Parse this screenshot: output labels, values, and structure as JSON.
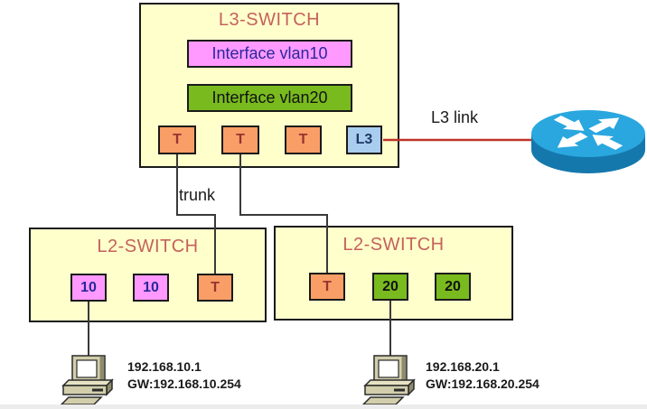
{
  "diagram": {
    "l3_switch": {
      "title": "L3-SWITCH",
      "interfaces": [
        {
          "label": "Interface vlan10"
        },
        {
          "label": "Interface vlan20"
        }
      ],
      "ports": [
        {
          "label": "T"
        },
        {
          "label": "T"
        },
        {
          "label": "T"
        },
        {
          "label": "L3"
        }
      ]
    },
    "l2_switches": [
      {
        "title": "L2-SWITCH",
        "ports": [
          {
            "label": "10"
          },
          {
            "label": "10"
          },
          {
            "label": "T"
          }
        ]
      },
      {
        "title": "L2-SWITCH",
        "ports": [
          {
            "label": "T"
          },
          {
            "label": "20"
          },
          {
            "label": "20"
          }
        ]
      }
    ],
    "labels": {
      "trunk": "trunk",
      "l3_link": "L3 link"
    },
    "hosts": [
      {
        "ip": "192.168.10.1",
        "gateway": "GW:192.168.10.254"
      },
      {
        "ip": "192.168.20.1",
        "gateway": "GW:192.168.20.254"
      }
    ],
    "icons": {
      "router": "cisco-router-icon",
      "host": "desktop-pc-icon"
    },
    "colors": {
      "switch_fill": "#FFFFCC",
      "vlan10_pink": "#FF99FF",
      "vlan20_green": "#79BB1E",
      "trunk_port_orange": "#F99E66",
      "l3_port_blue": "#A9CDEF",
      "title_red": "#C4625C",
      "l3_link_red": "#C03228",
      "wire_dark": "#3A3A3A",
      "router_blue_top": "#2AA7DF",
      "router_blue_side": "#1578AC"
    }
  }
}
